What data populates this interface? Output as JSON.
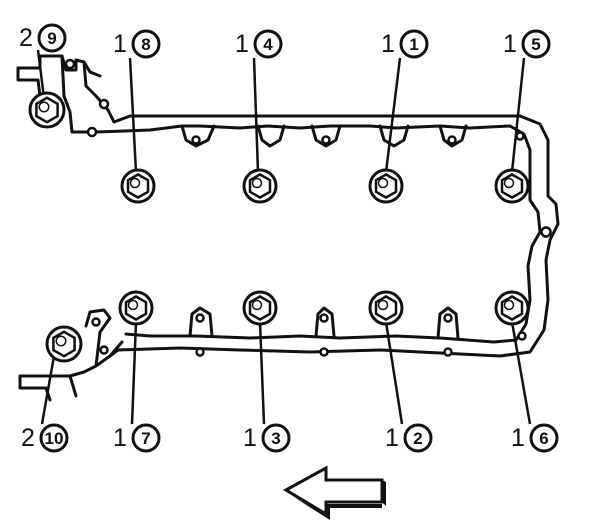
{
  "diagram": {
    "accent_color": "#111111",
    "bolts": [
      {
        "id": "b9",
        "part": "2",
        "seq": "9"
      },
      {
        "id": "b8",
        "part": "1",
        "seq": "8"
      },
      {
        "id": "b4",
        "part": "1",
        "seq": "4"
      },
      {
        "id": "b1",
        "part": "1",
        "seq": "1"
      },
      {
        "id": "b5",
        "part": "1",
        "seq": "5"
      },
      {
        "id": "b10",
        "part": "2",
        "seq": "10"
      },
      {
        "id": "b7",
        "part": "1",
        "seq": "7"
      },
      {
        "id": "b3",
        "part": "1",
        "seq": "3"
      },
      {
        "id": "b2",
        "part": "1",
        "seq": "2"
      },
      {
        "id": "b6",
        "part": "1",
        "seq": "6"
      }
    ],
    "direction_icon": "left-arrow-icon"
  }
}
